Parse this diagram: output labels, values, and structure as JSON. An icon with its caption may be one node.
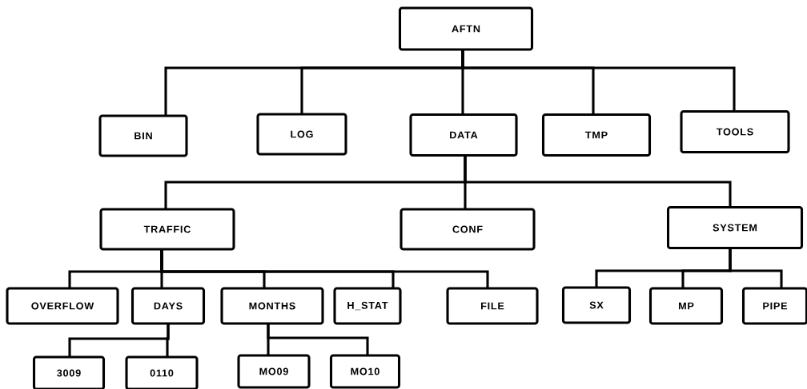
{
  "diagram": {
    "nodes": [
      {
        "text": [
          "AFTN"
        ]
      },
      {
        "text": [
          "BIN"
        ]
      },
      {
        "text": [
          "LOG"
        ]
      },
      {
        "text": [
          "DATA"
        ]
      },
      {
        "text": [
          "TMP"
        ]
      },
      {
        "text": [
          "TOOLS"
        ]
      },
      {
        "text": [
          "TRAFFIC"
        ]
      },
      {
        "text": [
          "CONF"
        ]
      },
      {
        "text": [
          "SYSTEM"
        ]
      },
      {
        "text": [
          "OVERFLOW"
        ]
      },
      {
        "text": [
          "DAYS"
        ]
      },
      {
        "text": [
          "MONTHS"
        ]
      },
      {
        "text": [
          "H_STAT"
        ]
      },
      {
        "text": [
          "FILE"
        ]
      },
      {
        "text": [
          "SX"
        ]
      },
      {
        "text": [
          "MP"
        ]
      },
      {
        "text": [
          "PIPE"
        ]
      },
      {
        "text": [
          "3009"
        ]
      },
      {
        "text": [
          "0110"
        ]
      },
      {
        "text": [
          "MO09"
        ]
      },
      {
        "text": [
          "MO10"
        ]
      }
    ],
    "edges": [
      {
        "from": 0,
        "to": 1,
        "arrow": "none"
      },
      {
        "from": 0,
        "to": 2,
        "arrow": "none"
      },
      {
        "from": 0,
        "to": 3,
        "arrow": "none"
      },
      {
        "from": 0,
        "to": 4,
        "arrow": "none"
      },
      {
        "from": 0,
        "to": 5,
        "arrow": "none"
      },
      {
        "from": 3,
        "to": 6,
        "arrow": "none"
      },
      {
        "from": 3,
        "to": 7,
        "arrow": "none"
      },
      {
        "from": 3,
        "to": 8,
        "arrow": "none"
      },
      {
        "from": 6,
        "to": 9,
        "arrow": "none"
      },
      {
        "from": 6,
        "to": 10,
        "arrow": "none"
      },
      {
        "from": 6,
        "to": 11,
        "arrow": "none"
      },
      {
        "from": 6,
        "to": 12,
        "arrow": "none"
      },
      {
        "from": 6,
        "to": 13,
        "arrow": "none"
      },
      {
        "from": 8,
        "to": 14,
        "arrow": "none"
      },
      {
        "from": 8,
        "to": 15,
        "arrow": "none"
      },
      {
        "from": 8,
        "to": 16,
        "arrow": "none"
      },
      {
        "from": 10,
        "to": 17,
        "arrow": "none"
      },
      {
        "from": 10,
        "to": 18,
        "arrow": "none"
      },
      {
        "from": 11,
        "to": 19,
        "arrow": "none"
      },
      {
        "from": 11,
        "to": 20,
        "arrow": "none"
      }
    ]
  }
}
